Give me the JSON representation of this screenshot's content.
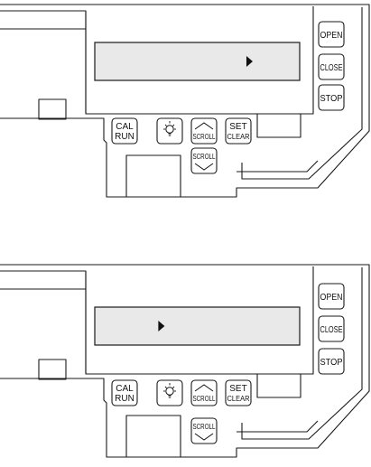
{
  "panels": [
    {
      "id": "panel-top",
      "cursor_fraction": 0.74,
      "buttons": {
        "open": "OPEN",
        "close": "CLOSE",
        "stop": "STOP",
        "cal_line1": "CAL",
        "cal_line2": "RUN",
        "scroll_up": "SCROLL",
        "set_line1": "SET",
        "set_line2": "CLEAR",
        "scroll_down": "SCROLL"
      }
    },
    {
      "id": "panel-bottom",
      "cursor_fraction": 0.31,
      "buttons": {
        "open": "OPEN",
        "close": "CLOSE",
        "stop": "STOP",
        "cal_line1": "CAL",
        "cal_line2": "RUN",
        "scroll_up": "SCROLL",
        "set_line1": "SET",
        "set_line2": "CLEAR",
        "scroll_down": "SCROLL"
      }
    }
  ],
  "icons": {
    "light": "light-bulb-icon",
    "up": "chevron-up-icon",
    "down": "chevron-down-icon",
    "cursor": "triangle-right-icon"
  }
}
